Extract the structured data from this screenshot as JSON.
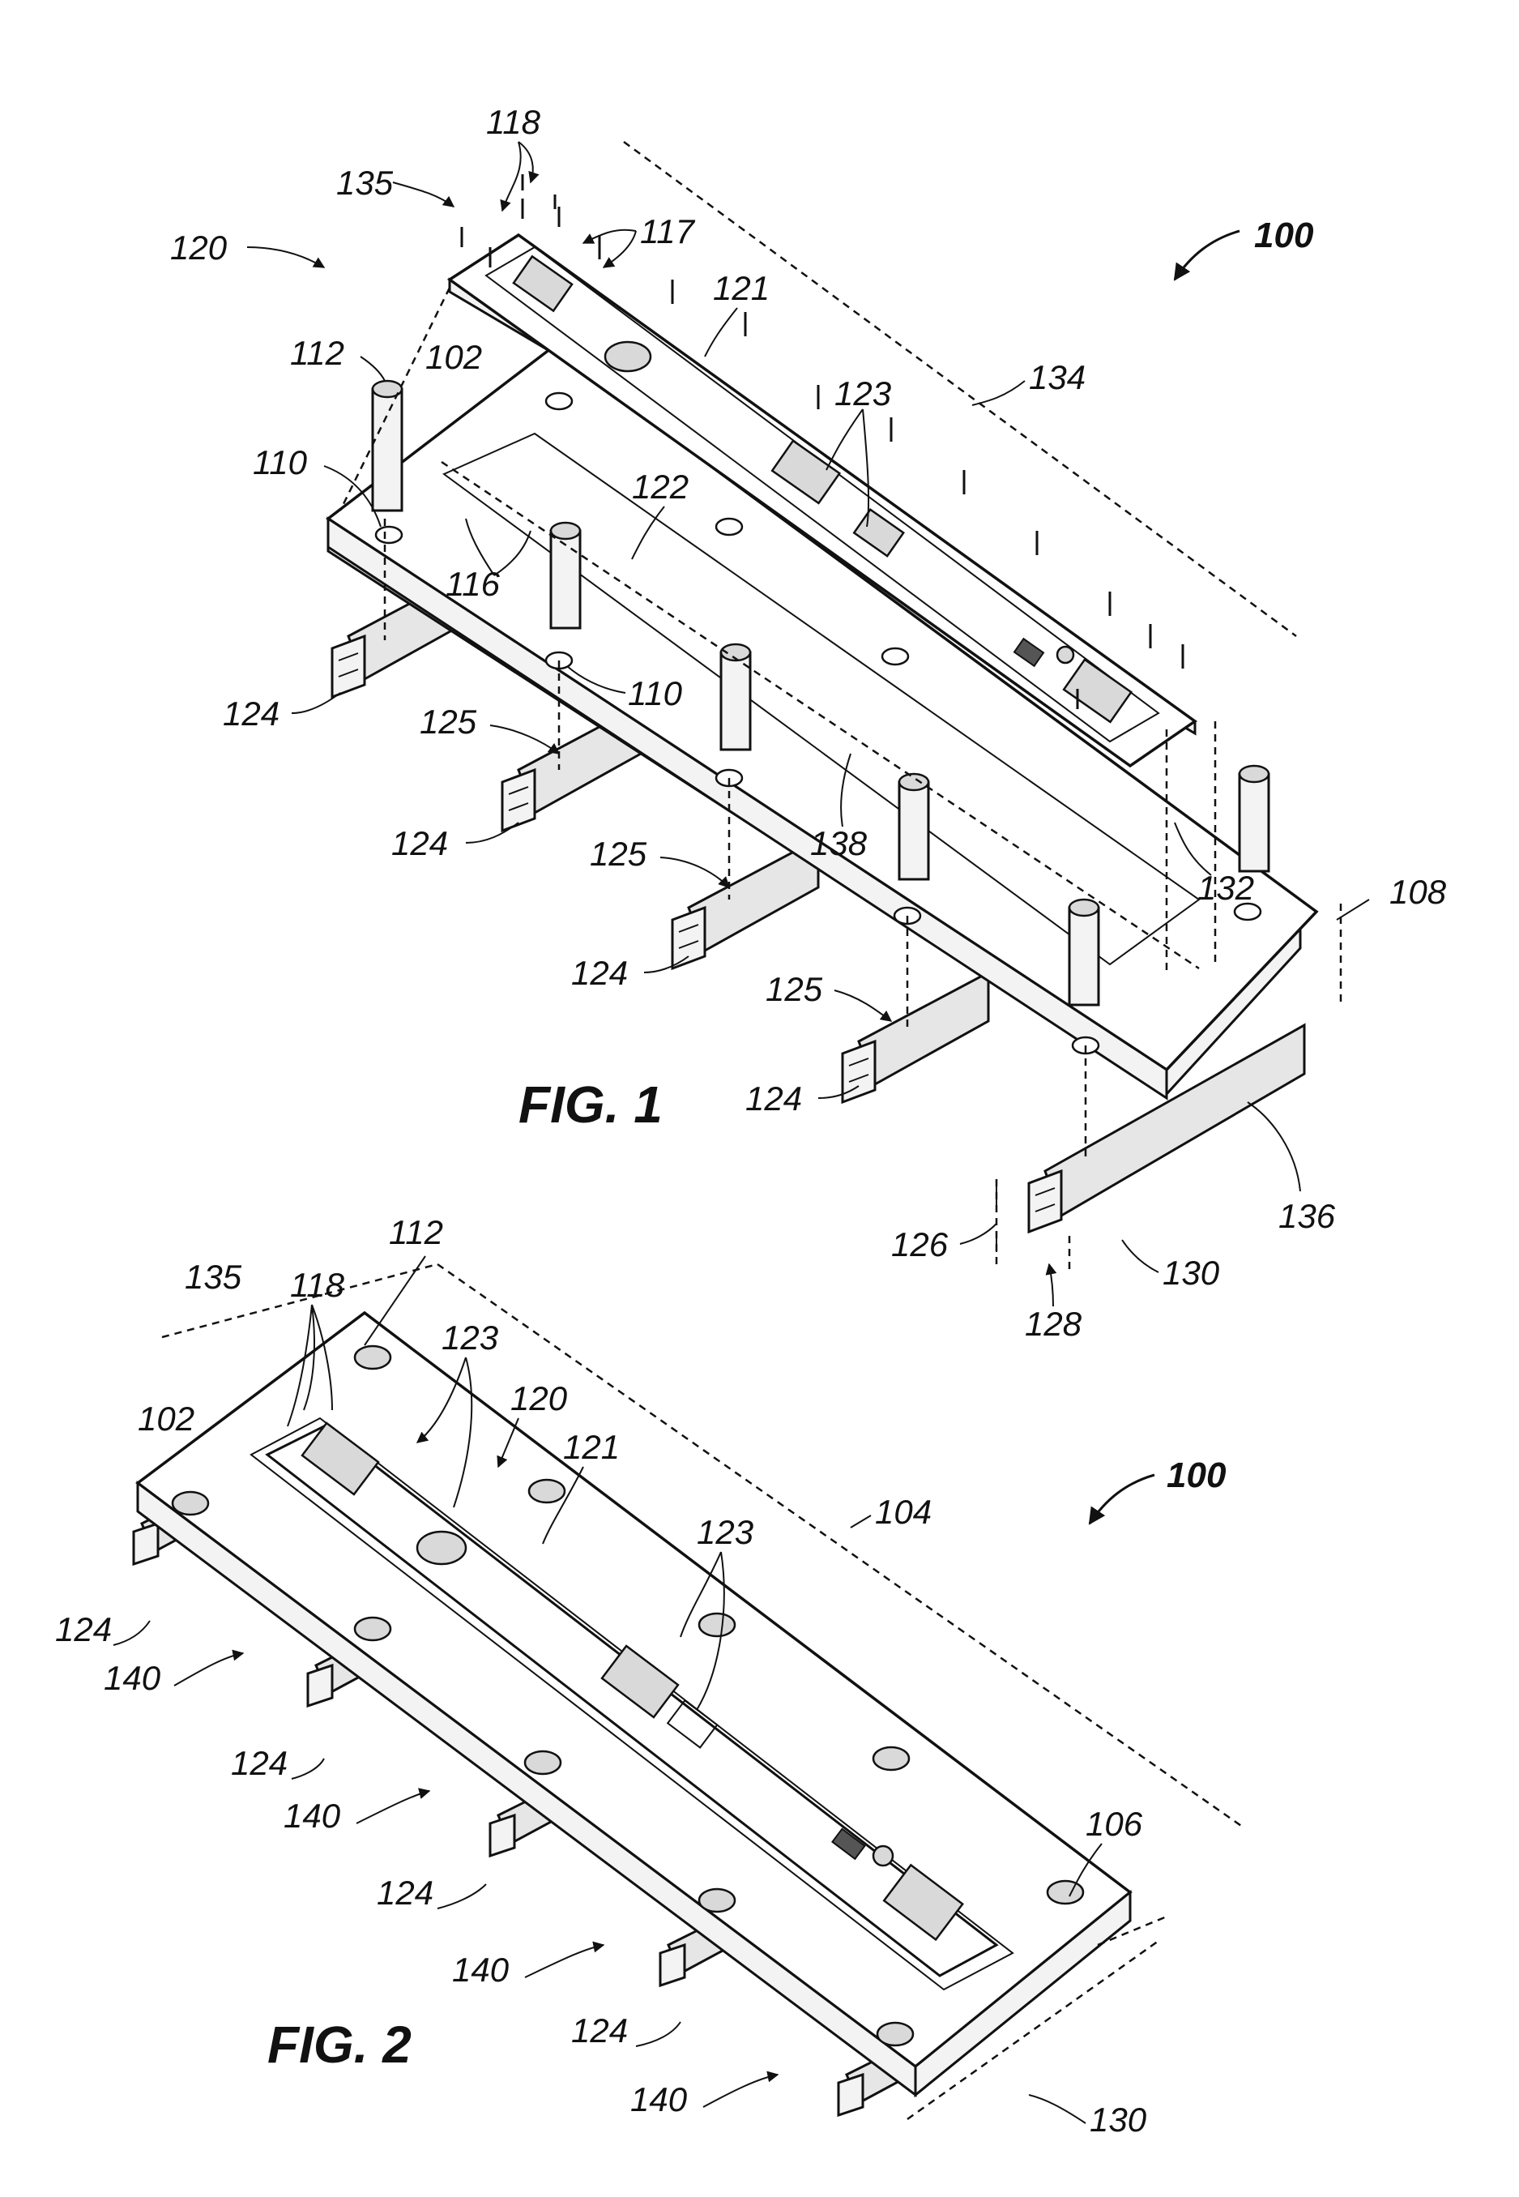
{
  "figure1": {
    "caption": "FIG. 1",
    "ref_main": "100",
    "labels": {
      "l118": "118",
      "l135": "135",
      "l117": "117",
      "l120": "120",
      "l121": "121",
      "l112": "112",
      "l102": "102",
      "l134": "134",
      "l123": "123",
      "l110a": "110",
      "l122": "122",
      "l116": "116",
      "l110b": "110",
      "l124a": "124",
      "l125a": "125",
      "l124b": "124",
      "l138": "138",
      "l132": "132",
      "l125b": "125",
      "l108": "108",
      "l124c": "124",
      "l125c": "125",
      "l124d": "124",
      "l136": "136",
      "l126": "126",
      "l130": "130",
      "l128": "128"
    }
  },
  "figure2": {
    "caption": "FIG. 2",
    "ref_main": "100",
    "labels": {
      "l112": "112",
      "l135": "135",
      "l118": "118",
      "l123a": "123",
      "l120": "120",
      "l102": "102",
      "l121": "121",
      "l104": "104",
      "l123b": "123",
      "l124a": "124",
      "l140a": "140",
      "l124b": "124",
      "l140b": "140",
      "l124c": "124",
      "l106": "106",
      "l140c": "140",
      "l124d": "124",
      "l140d": "140",
      "l130": "130"
    }
  }
}
